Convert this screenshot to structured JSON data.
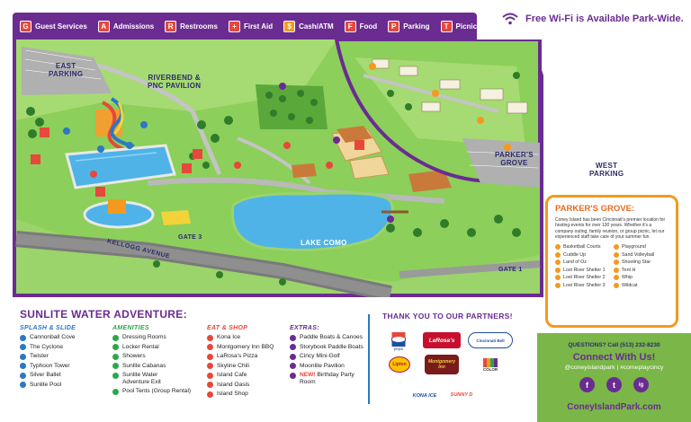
{
  "legend": [
    {
      "icon": "guest-services-icon",
      "glyph": "G",
      "label": "Guest Services"
    },
    {
      "icon": "admissions-icon",
      "glyph": "A",
      "label": "Admissions"
    },
    {
      "icon": "restrooms-icon",
      "glyph": "R",
      "label": "Restrooms"
    },
    {
      "icon": "first-aid-icon",
      "glyph": "+",
      "label": "First Aid"
    },
    {
      "icon": "cash-atm-icon",
      "glyph": "$",
      "label": "Cash/ATM"
    },
    {
      "icon": "food-icon",
      "glyph": "F",
      "label": "Food"
    },
    {
      "icon": "parking-icon",
      "glyph": "P",
      "label": "Parking"
    },
    {
      "icon": "picnic-area-icon",
      "glyph": "T",
      "label": "Picnic Area"
    }
  ],
  "wifi_text": "Free Wi-Fi is Available Park-Wide.",
  "map_labels": {
    "east_parking": "EAST\nPARKING",
    "riverbend": "RIVERBEND &\nPNC PAVILION",
    "parkers_grove": "PARKER'S\nGROVE",
    "west_parking": "WEST\nPARKING",
    "gate3": "GATE 3",
    "gate1": "GATE 1",
    "kellogg": "KELLOGG AVENUE",
    "lake_como": "LAKE COMO"
  },
  "parkers_grove": {
    "title": "PARKER'S GROVE:",
    "description": "Coney Island has been Cincinnati's premier location for hosting events for over 130 years. Whether it's a company outing, family reunion, or group picnic, let our experienced staff take care of your summer fun.",
    "left": [
      "Basketball Courts",
      "Cuddle Up",
      "Land of Oz",
      "Lost River Shelter 1",
      "Lost River Shelter 2",
      "Lost River Shelter 3"
    ],
    "right": [
      "Playground",
      "Sand Volleyball",
      "Shooting Star",
      "Tent H",
      "Whip",
      "Wildcat"
    ]
  },
  "sunlite_title": "SUNLITE WATER ADVENTURE:",
  "columns": {
    "splash": {
      "heading": "SPLASH & SLIDE",
      "color": "#2b78c4",
      "items": [
        "Cannonball Cove",
        "The Cyclone",
        "Twister",
        "Typhoon Tower",
        "Silver Ballet",
        "Sunlite Pool"
      ]
    },
    "amenities": {
      "heading": "AMENITIES",
      "color": "#2aa84a",
      "items": [
        "Dressing Rooms",
        "Locker Rental",
        "Showers",
        "Sunlite Cabanas",
        "Sunlite Water Adventure Exit",
        "Pool Tents (Group Rental)"
      ]
    },
    "eat": {
      "heading": "EAT & SHOP",
      "color": "#e8473b",
      "items": [
        "Kona Ice",
        "Montgomery Inn BBQ",
        "LaRosa's Pizza",
        "Skyline Chili",
        "Island Cafe",
        "Island Oasis",
        "Island Shop"
      ]
    },
    "extras": {
      "heading": "EXTRAS:",
      "color": "#6a2c91",
      "items": [
        "Paddle Boats & Canoes",
        "Storybook Paddle Boats",
        "Cincy Mini-Golf",
        "Moonlite Pavilion"
      ],
      "new_label": "NEW!",
      "new_item": "Birthday Party Room"
    }
  },
  "partners_title": "THANK YOU TO OUR PARTNERS!",
  "partners": {
    "pepsi": "pepsi",
    "larosas": "LaRosa's",
    "cincinnati_bell": "Cincinnati Bell",
    "lipton": "Lipton",
    "montgomery": "Montgomery Inn",
    "color": "COLOR",
    "kona": "KONA ICE",
    "sunny": "SUNNY D"
  },
  "connect": {
    "question": "QUESTIONS? Call (513) 232-8230",
    "title": "Connect With Us!",
    "social": "@coneyislandpark | #comeplaycincy",
    "url": "ConeyIslandPark.com",
    "icons": [
      "f",
      "t",
      "ig"
    ]
  },
  "colors": {
    "purple": "#6a2c91",
    "orange": "#f39a1e",
    "green": "#7ab648",
    "water": "#4fb3e8"
  }
}
